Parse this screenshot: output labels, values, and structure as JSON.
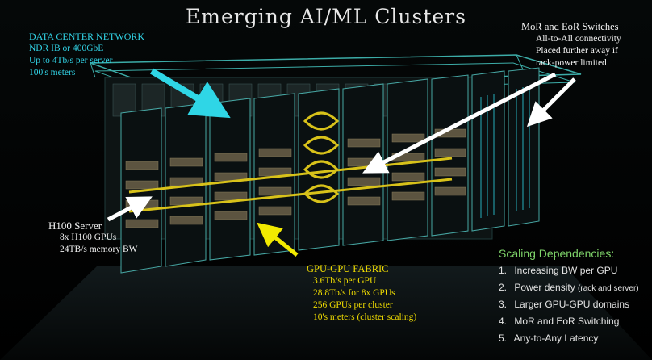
{
  "title": "Emerging AI/ML Clusters",
  "data_center_network": {
    "heading": "DATA CENTER NETWORK",
    "lines": [
      "NDR IB or 400GbE",
      "Up to 4Tb/s per server",
      "100's meters"
    ],
    "color": "#31d3e6"
  },
  "mor_eor": {
    "heading": "MoR and EoR Switches",
    "lines": [
      "All-to-All connectivity",
      "Placed further away if",
      "rack-power limited"
    ]
  },
  "h100_server": {
    "heading": "H100 Server",
    "lines": [
      "8x H100 GPUs",
      "24TB/s memory BW"
    ]
  },
  "gpu_fabric": {
    "heading": "GPU-GPU FABRIC",
    "lines": [
      "3.6Tb/s per GPU",
      "28.8Tb/s for 8x GPUs",
      "256 GPUs per cluster",
      "10's meters (cluster scaling)"
    ],
    "color": "#f0dc00"
  },
  "scaling": {
    "heading": "Scaling Dependencies:",
    "items": [
      {
        "num": "1.",
        "text": "Increasing BW per GPU",
        "note": ""
      },
      {
        "num": "2.",
        "text": "Power density ",
        "note": "(rack and server)"
      },
      {
        "num": "3.",
        "text": "Larger GPU-GPU domains",
        "note": ""
      },
      {
        "num": "4.",
        "text": "MoR and EoR Switching",
        "note": ""
      },
      {
        "num": "5.",
        "text": "Any-to-Any Latency",
        "note": ""
      }
    ],
    "heading_color": "#7fd46a"
  }
}
